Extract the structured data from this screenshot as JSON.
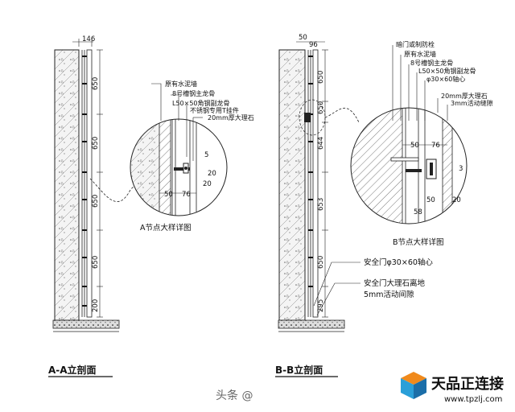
{
  "section_aa": {
    "title": "A-A立剖面",
    "top_dim": "146",
    "dims": [
      "650",
      "650",
      "650",
      "650",
      "200"
    ]
  },
  "detail_a": {
    "title": "A节点大样详图",
    "callouts": [
      "原有水泥墙",
      "8号槽钢主龙骨",
      "L50×50角钢副龙骨",
      "不锈钢专用T挂件",
      "20mm厚大理石"
    ],
    "dims": [
      "50",
      "76",
      "5",
      "20",
      "20"
    ]
  },
  "section_bb": {
    "title": "B-B立剖面",
    "top_dims": [
      "50",
      "96"
    ],
    "dims": [
      "650",
      "650",
      "644",
      "653",
      "650",
      "295"
    ],
    "callouts": [
      "安全门大理石离地",
      "5mm活动间隙",
      "安全门φ30×60轴心"
    ]
  },
  "detail_b": {
    "title": "B节点大样详图",
    "callouts": [
      "暗门或制防栓",
      "原有水泥墙",
      "8号槽钢主龙骨",
      "L50×50角钢副龙骨",
      "φ30×60轴心",
      "20mm厚大理石",
      "3mm活动缝隙"
    ],
    "dims": [
      "50",
      "76",
      "3",
      "58",
      "50",
      "20"
    ]
  },
  "watermark": {
    "source": "头条 @",
    "site_name": "天品正连接",
    "site_url": "www.tpzlj.com"
  }
}
